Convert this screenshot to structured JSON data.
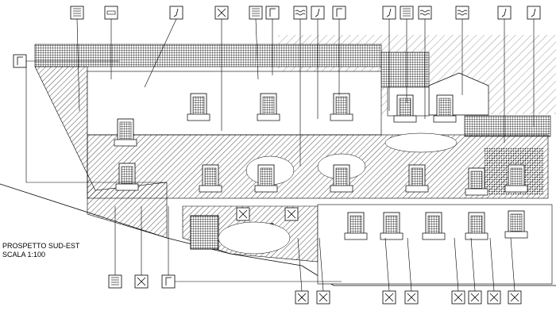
{
  "drawing": {
    "title": "PROSPETTO SUD-EST",
    "scale": "SCALA 1:100"
  },
  "legend_symbols": {
    "top": [
      "hatch-lines",
      "window-frame",
      "crack",
      "cross-out",
      "hatch-lines",
      "bracket",
      "wave",
      "crack",
      "bracket",
      "crack",
      "ladder",
      "wave",
      "wave",
      "crack",
      "crack"
    ],
    "left": [
      "bracket"
    ],
    "bottom": [
      "ladder",
      "cross-out",
      "bracket"
    ],
    "bottom_small": [
      "stain",
      "stain",
      "stain",
      "stain",
      "stain",
      "stain",
      "stain",
      "stain"
    ],
    "middle": [
      "stain",
      "stain"
    ]
  }
}
